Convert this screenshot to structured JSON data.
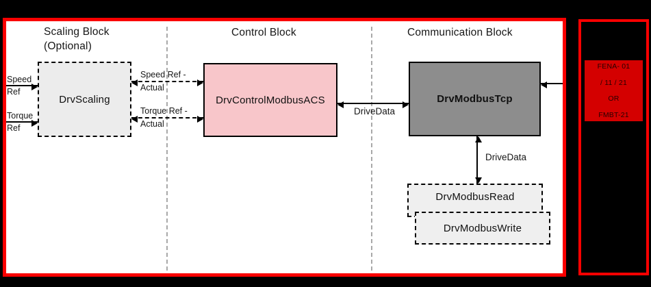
{
  "headers": {
    "scaling_line1": "Scaling Block",
    "scaling_line2": "(Optional)",
    "control": "Control Block",
    "communication": "Communication Block"
  },
  "blocks": {
    "scaling": "DrvScaling",
    "control": "DrvControlModbusACS",
    "tcp": "DrvModbusTcp",
    "read": "DrvModbusRead",
    "write": "DrvModbusWrite"
  },
  "io_labels": {
    "speed_line1": "Speed",
    "speed_line2": "Ref",
    "torque_line1": "Torque",
    "torque_line2": "Ref"
  },
  "signal_labels": {
    "speed_actual_line1": "Speed Ref -",
    "speed_actual_line2": "Actual",
    "torque_actual_line1": "Torque Ref -",
    "torque_actual_line2": "Actual",
    "drivedata_horizontal": "DriveData",
    "drivedata_vertical": "DriveData"
  },
  "adapter_panel": {
    "line1": "FENA- 01",
    "line2": "/ 11 / 21",
    "line3": "OR",
    "line4": "FMBT-21"
  },
  "colors": {
    "frame_red": "#fa0000",
    "adapter_box_red": "#d40000",
    "control_pink": "#f8c6ca",
    "tcp_gray": "#8d8d8d",
    "scaling_gray": "#ececec",
    "readwrite_gray": "#efefef"
  }
}
